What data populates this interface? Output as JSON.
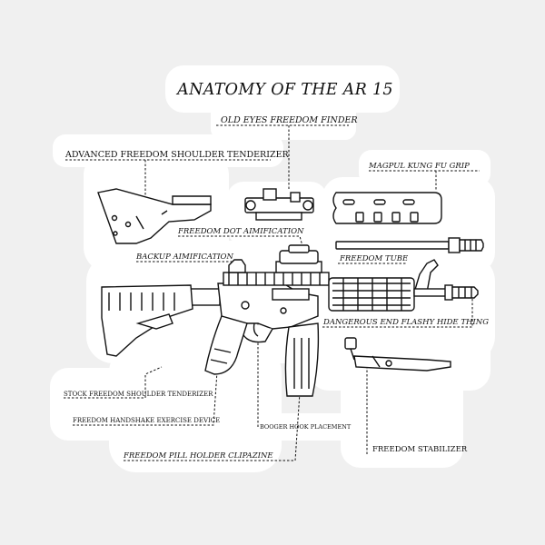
{
  "title": "ANATOMY OF THE AR 15",
  "labels": {
    "old_eyes": "OLD EYES FREEDOM FINDER",
    "shoulder_tenderizer": "ADVANCED FREEDOM SHOULDER TENDERIZER",
    "magpul": "MAGPUL KUNG FU GRIP",
    "red_dot": "FREEDOM DOT AIMIFICATION",
    "backup": "BACKUP AIMIFICATION",
    "tube": "FREEDOM TUBE",
    "flash_hider": "DANGEROUS END FLASHY HIDE THING",
    "stock": "STOCK FREEDOM SHOULDER TENDERIZER",
    "grip": "FREEDOM HANDSHAKE EXERCISE DEVICE",
    "trigger": "BOOGER HOOK PLACEMENT",
    "magazine": "FREEDOM PILL HOLDER CLIPAZINE",
    "bipod": "FREEDOM STABILIZER"
  },
  "colors": {
    "background": "#f0f0f0",
    "sticker": "#ffffff",
    "ink": "#111111"
  }
}
